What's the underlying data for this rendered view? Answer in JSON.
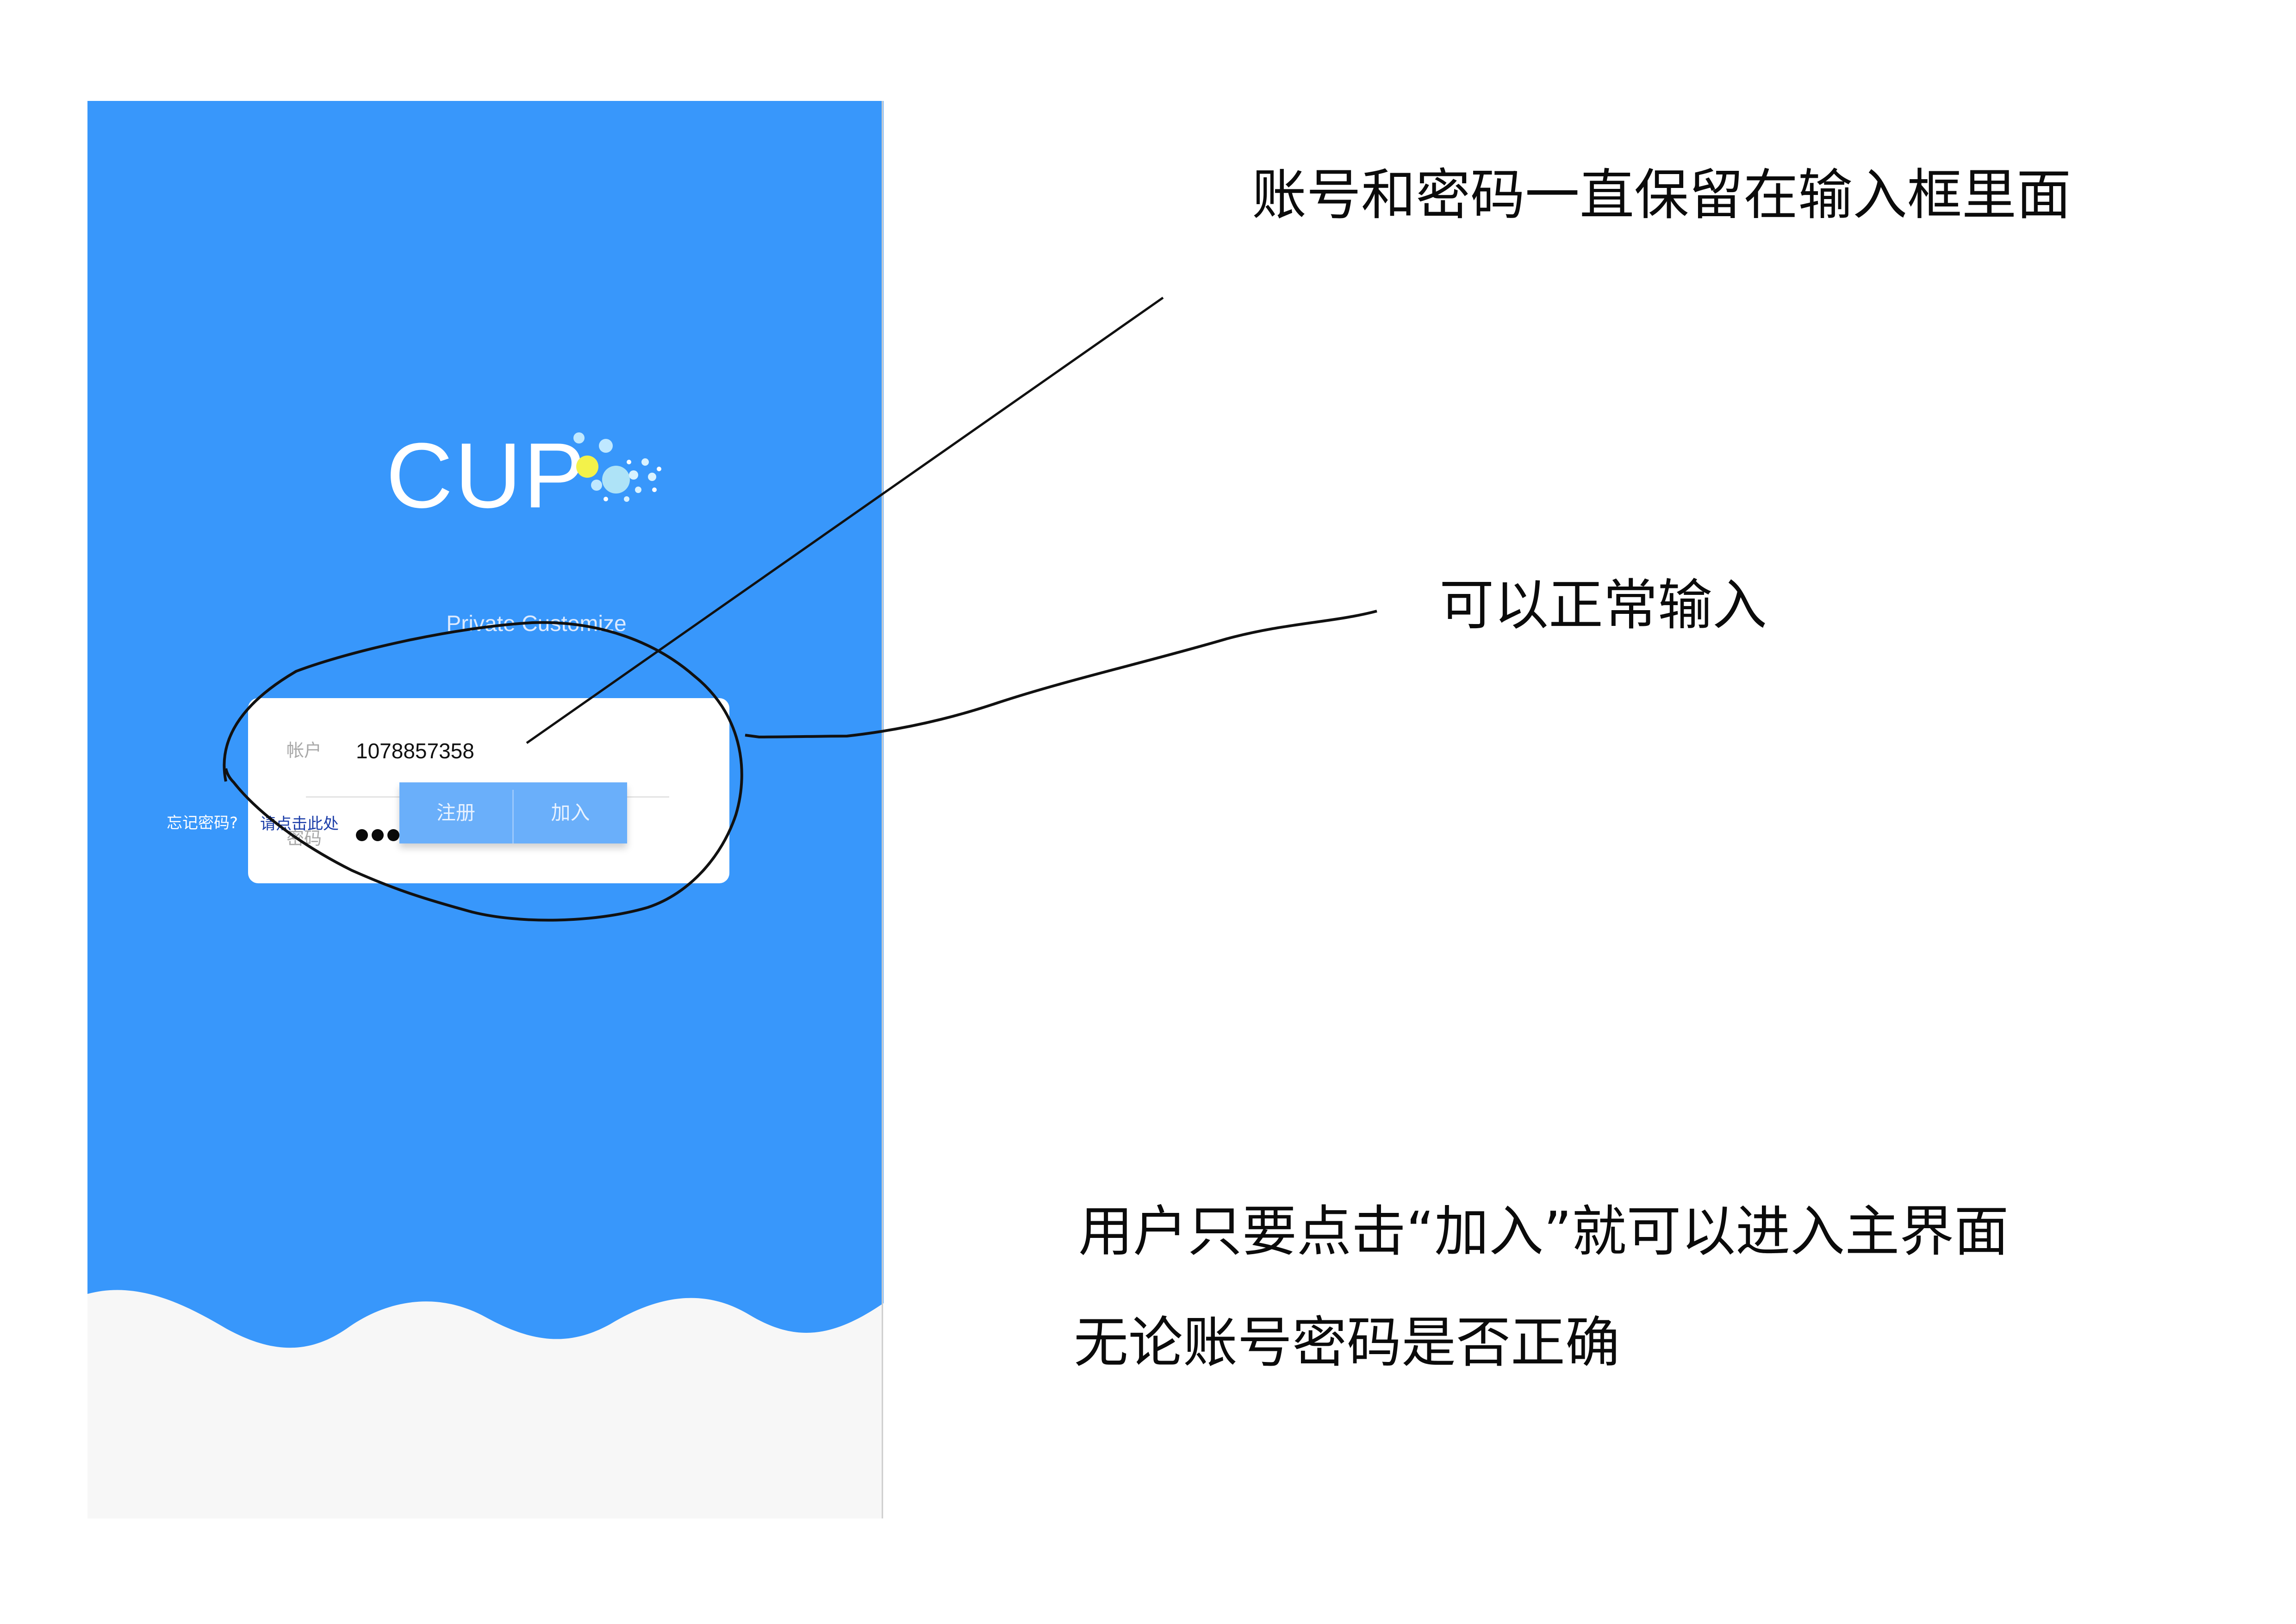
{
  "login_screen": {
    "logo": {
      "title": "CUP",
      "subtitle": "Private Customize"
    },
    "account_field": {
      "label": "帐户",
      "value": "1078857358"
    },
    "password_field": {
      "label": "密码",
      "masked_length": 3
    },
    "forgot_password": {
      "prompt": "忘记密码?",
      "link": "请点击此处"
    },
    "buttons": {
      "register_label": "注册",
      "join_label": "加入"
    },
    "colors": {
      "background": "#3897fb",
      "card": "#ffffff",
      "link": "#1b3da8"
    }
  },
  "annotations": {
    "note_persist": "账号和密码一直保留在输入框里面",
    "note_input": "可以正常输入",
    "note_join_line1": "用户只要点击“加入”就可以进入主界面",
    "note_join_line2": "无论账号密码是否正确"
  }
}
